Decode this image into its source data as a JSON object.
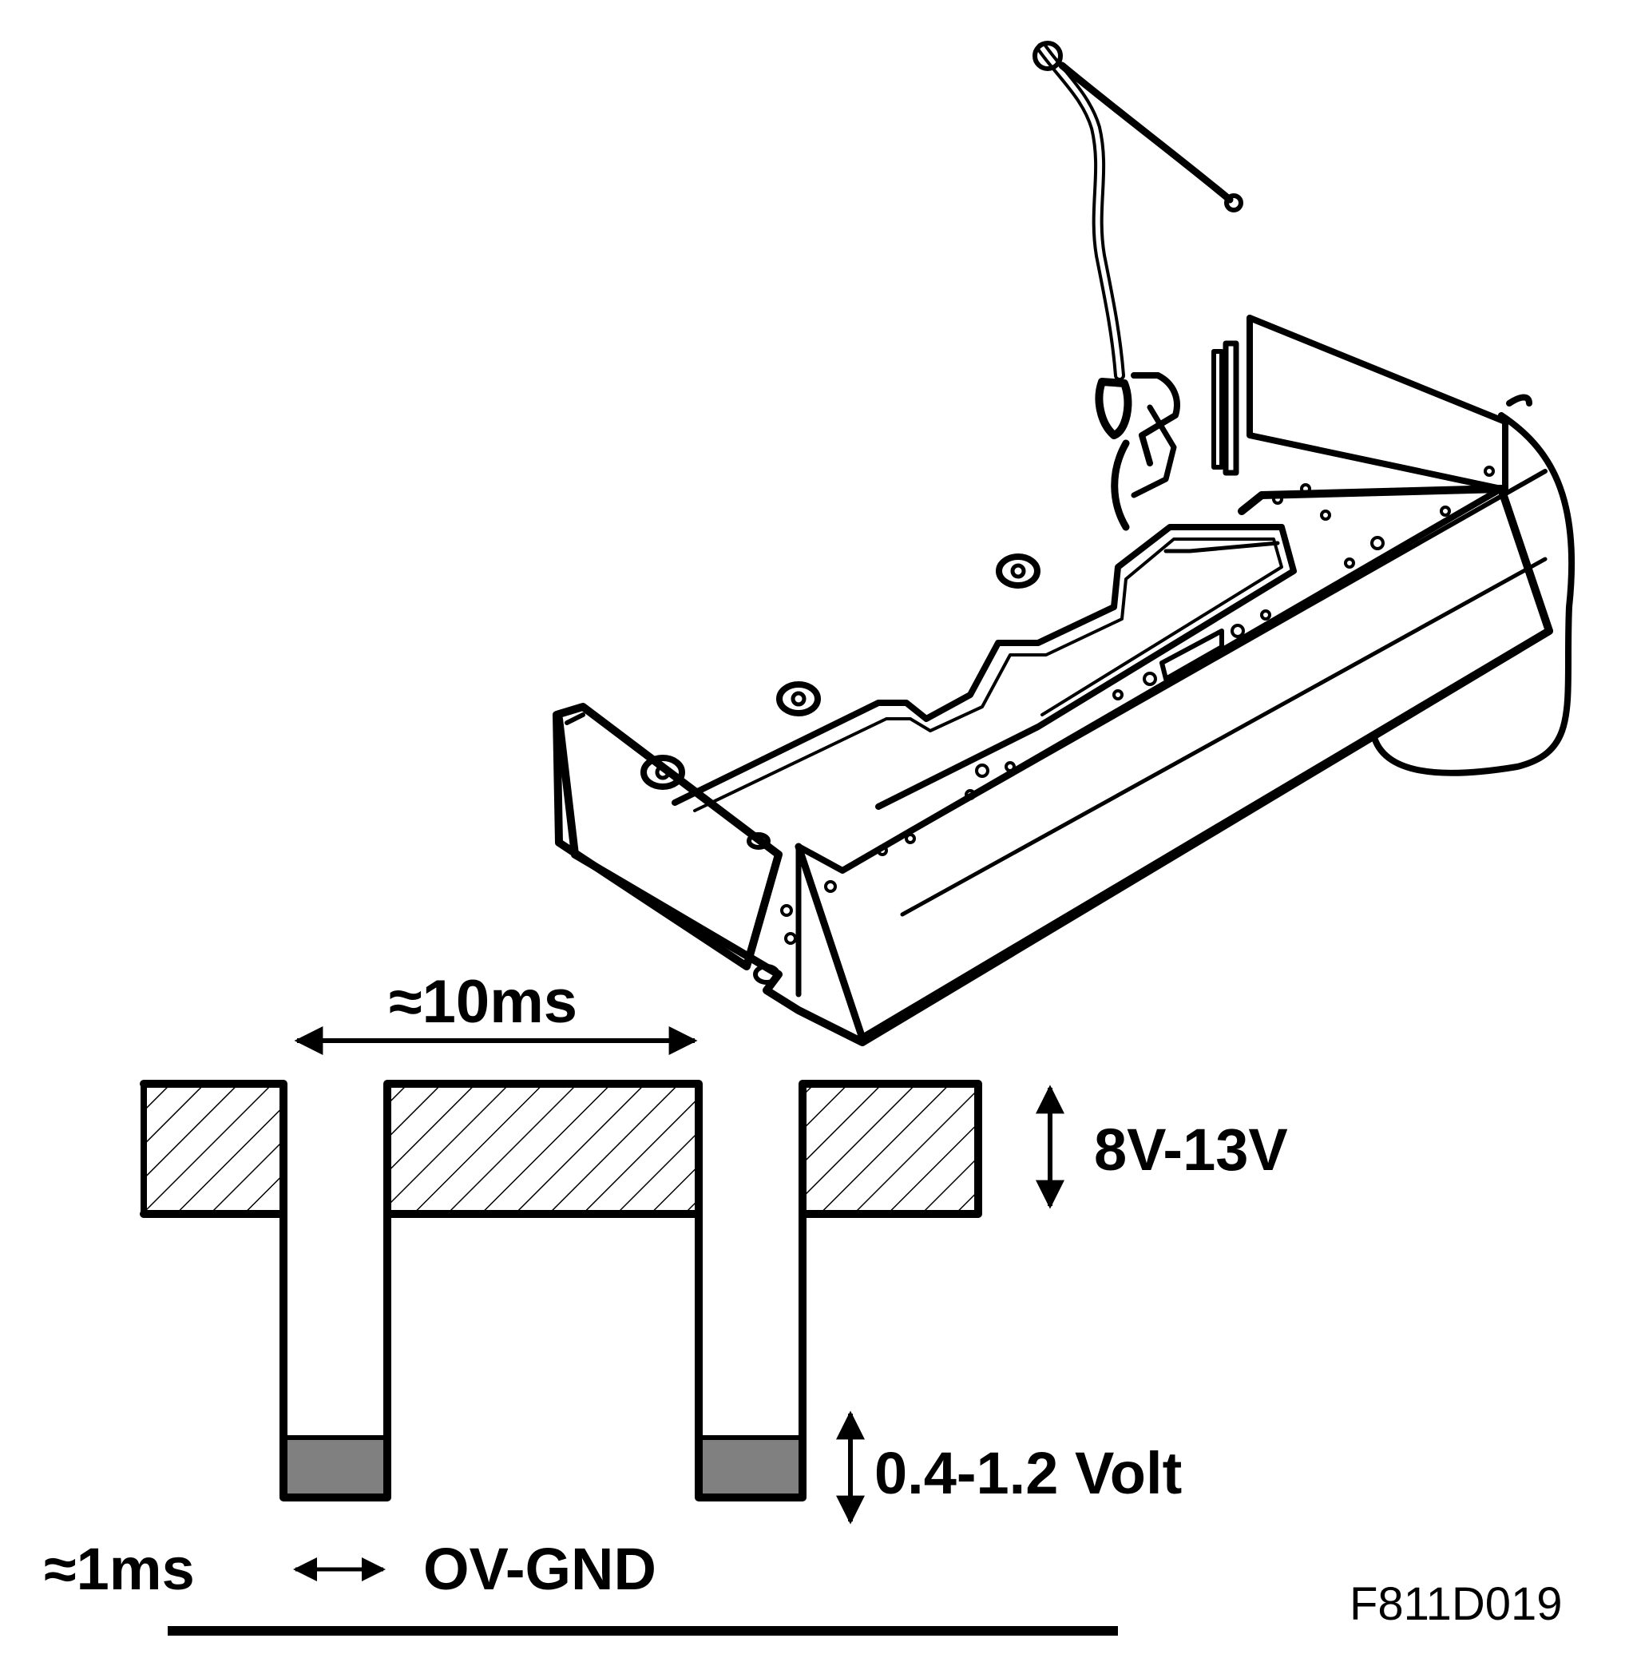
{
  "diagram": {
    "labels": {
      "period": "≈10ms",
      "high_voltage": "8V-13V",
      "low_voltage": "0.4-1.2 Volt",
      "pulse_width": "≈1ms",
      "ground": "OV-GND"
    },
    "figure_code": "F811D019",
    "colors": {
      "ink": "#000000",
      "low_level_fill": "#808080",
      "background": "#ffffff"
    }
  }
}
